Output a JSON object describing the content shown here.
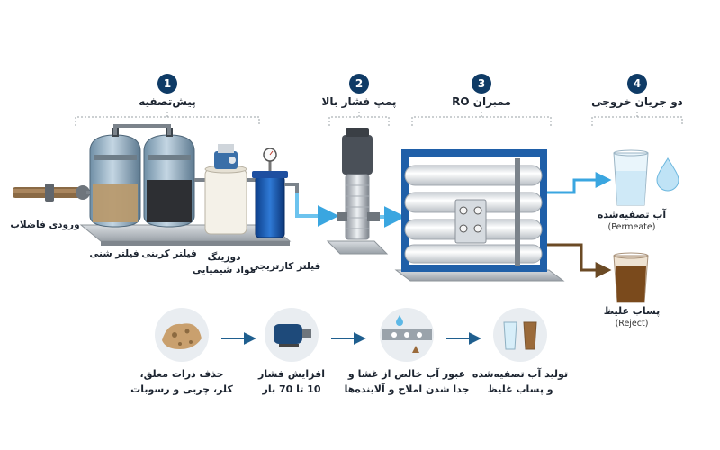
{
  "steps": [
    {
      "number": "1",
      "title": "پیش‌تصفیه"
    },
    {
      "number": "2",
      "title": "پمپ فشار بالا"
    },
    {
      "number": "3",
      "title": "ممبران RO"
    },
    {
      "number": "4",
      "title": "دو جریان خروجی"
    }
  ],
  "inlet_label": "ورودی فاضلاب",
  "equipment": {
    "sand_filter": "فیلتر شنی",
    "carbon_filter": "فیلتر کربنی",
    "dosing_line1": "دوزینگ",
    "dosing_line2": "مواد شیمیایی",
    "cartridge_filter": "فیلتر کارتریجی"
  },
  "outputs": {
    "permeate_label": "آب تصفیه‌شده",
    "permeate_sub": "(Permeate)",
    "reject_label": "پساب غلیظ",
    "reject_sub": "(Reject)"
  },
  "bottom_steps": [
    {
      "line1": "حذف ذرات معلق،",
      "line2": "کلر، چربی و رسوبات",
      "icon": "sediment-icon"
    },
    {
      "line1": "افزایش فشار",
      "line2": "10 تا 70 بار",
      "icon": "pump-motor-icon"
    },
    {
      "line1": "عبور آب خالص از غشا و",
      "line2": "جدا شدن املاح و آلاینده‌ها",
      "icon": "membrane-icon"
    },
    {
      "line1": "تولید آب تصفیه‌شده",
      "line2": "و پساب غلیظ",
      "icon": "glasses-icon"
    }
  ],
  "colors": {
    "badge": "#0f3b66",
    "permeate": "#cfe9f7",
    "reject": "#7a4a1c",
    "pipe_blue": "#6cc3ee",
    "frame_blue": "#1f5fa8",
    "arrow": "#1f5f8f"
  }
}
